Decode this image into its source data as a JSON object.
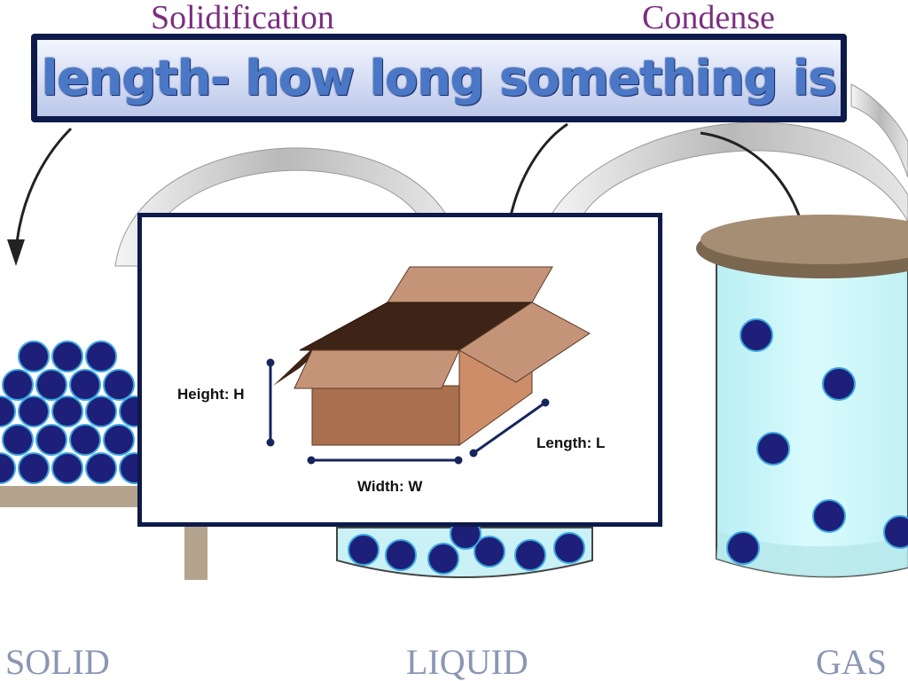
{
  "title": "length- how long something is",
  "process_labels": {
    "solidification": "Solidification",
    "condense": "Condense"
  },
  "state_labels": {
    "solid": "SOLID",
    "liquid": "LIQUID",
    "gas": "GAS"
  },
  "box_diagram": {
    "height_label": "Height: H",
    "width_label": "Width: W",
    "length_label": "Length: L"
  },
  "colors": {
    "banner_border": "#0d1a4a",
    "title_text": "#4a78c6",
    "particle": "#1e1f78",
    "process_text": "#7b2f7f",
    "state_text": "#8a97b4",
    "box_front": "#a9704f",
    "box_side": "#cc8d68",
    "box_flap": "#c59478",
    "box_inside": "#3e2416"
  }
}
